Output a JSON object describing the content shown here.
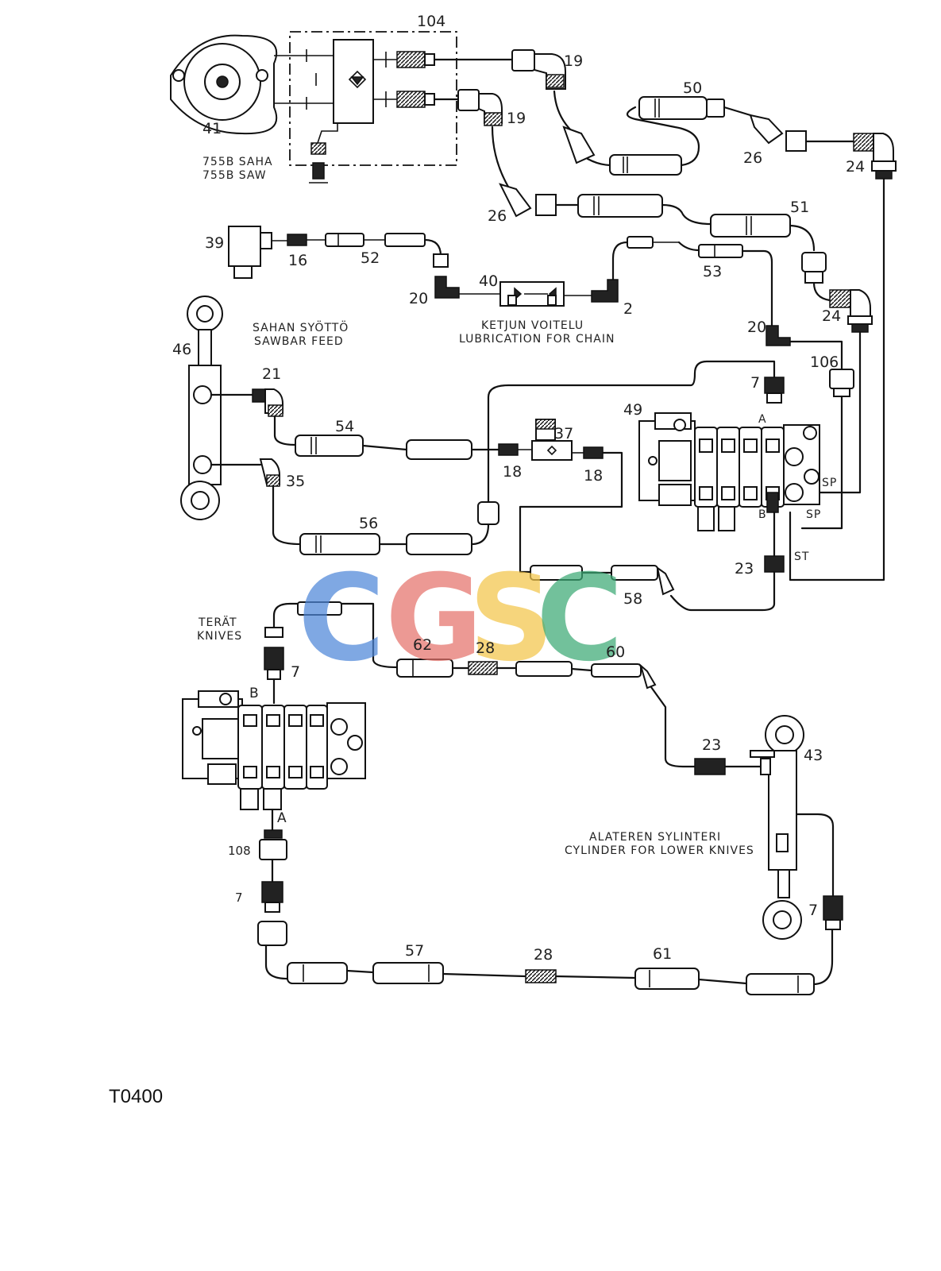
{
  "drawing_code": "T0400",
  "watermark": {
    "letters": [
      "C",
      "G",
      "S",
      "C"
    ],
    "colors": [
      "#4f87d9",
      "#e5736b",
      "#f3c64b",
      "#3daa76"
    ]
  },
  "captions": {
    "saw_fi": "755B SAHA",
    "saw_en": "755B SAW",
    "chain_fi": "KETJUN VOITELU",
    "chain_en": "LUBRICATION FOR CHAIN",
    "sawbar_fi": "SAHAN SYÖTTÖ",
    "sawbar_en": "SAWBAR FEED",
    "knives_fi": "TERÄT",
    "knives_en": "KNIVES",
    "cyl_fi": "ALATEREN SYLINTERI",
    "cyl_en": "CYLINDER FOR LOWER KNIVES"
  },
  "part_numbers": {
    "p104": "104",
    "p41": "41",
    "p19a": "19",
    "p19b": "19",
    "p50": "50",
    "p26a": "26",
    "p24a": "24",
    "p26b": "26",
    "p51": "51",
    "p39": "39",
    "p16": "16",
    "p52": "52",
    "p40": "40",
    "p20a": "20",
    "p2": "2",
    "p53": "53",
    "p24b": "24",
    "p20b": "20",
    "p106": "106",
    "p46": "46",
    "p21": "21",
    "p54": "54",
    "p37": "37",
    "p18a": "18",
    "p18b": "18",
    "p35": "35",
    "p56": "56",
    "p7a": "7",
    "p49": "49",
    "p23a": "23",
    "p58": "58",
    "p62": "62",
    "p28a": "28",
    "p60": "60",
    "p7b": "7",
    "p23b": "23",
    "p43": "43",
    "p108": "108",
    "p7c": "7",
    "p7d": "7",
    "p57": "57",
    "p28b": "28",
    "p61": "61"
  },
  "port_labels": {
    "a_upper": "A",
    "b_upper": "B",
    "sp1": "SP",
    "sp2": "SP",
    "st": "ST",
    "b_lower": "B",
    "a_lower": "A"
  }
}
